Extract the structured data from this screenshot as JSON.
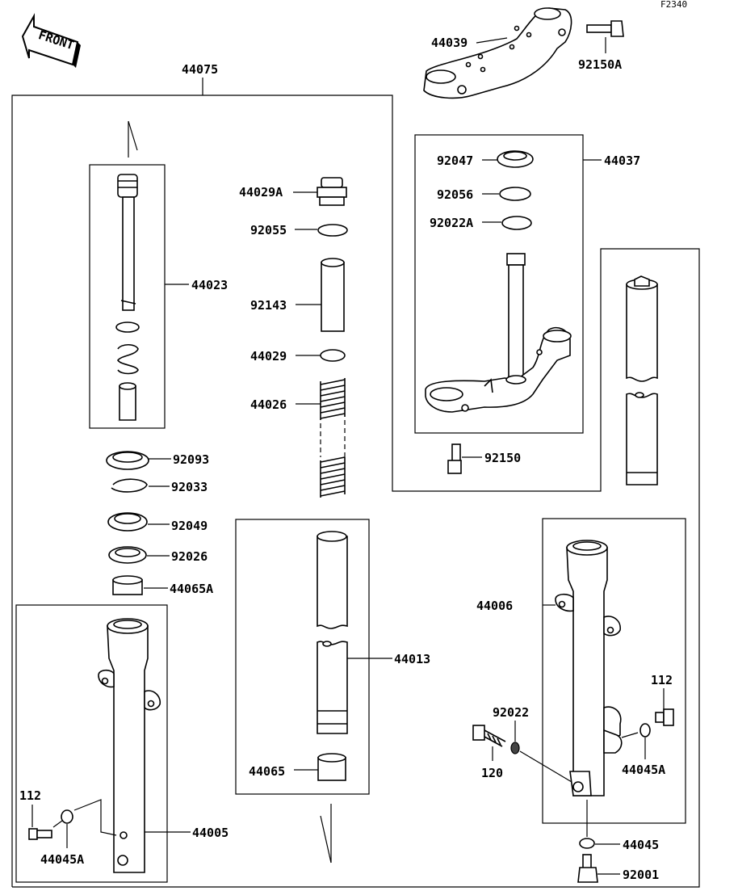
{
  "figure_code": "F2340",
  "direction_label": "FRONT",
  "parts": {
    "p44075": "44075",
    "p44039": "44039",
    "p92150A": "92150A",
    "p44037": "44037",
    "p92047": "92047",
    "p92056": "92056",
    "p92022A": "92022A",
    "p92150": "92150",
    "p44023": "44023",
    "p44029A": "44029A",
    "p92055": "92055",
    "p92143": "92143",
    "p44029": "44029",
    "p44026": "44026",
    "p92093": "92093",
    "p92033": "92033",
    "p92049": "92049",
    "p92026": "92026",
    "p44065A": "44065A",
    "p44013": "44013",
    "p44065": "44065",
    "p44005": "44005",
    "p112_left": "112",
    "p44045A_left": "44045A",
    "p44006": "44006",
    "p112_right": "112",
    "p92022": "92022",
    "p120": "120",
    "p44045A_right": "44045A",
    "p44045": "44045",
    "p92001": "92001"
  }
}
